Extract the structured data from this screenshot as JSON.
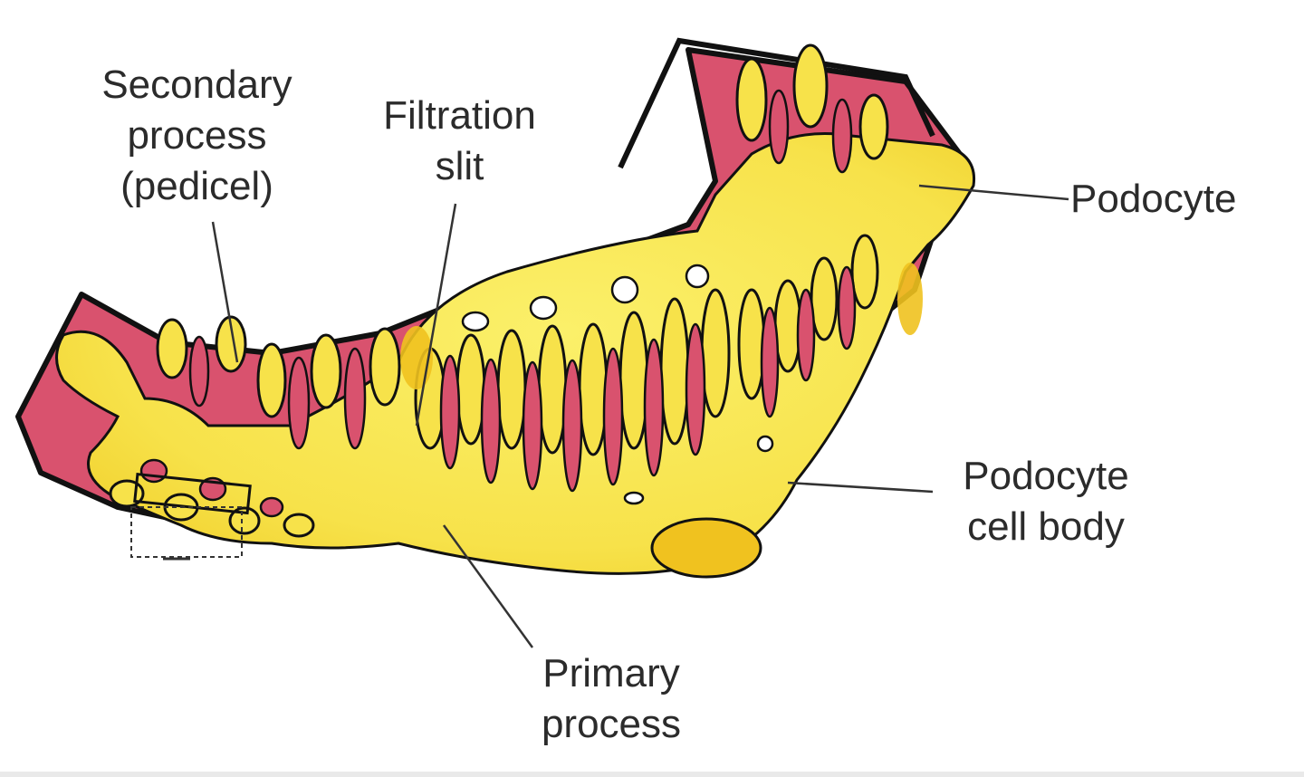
{
  "labels": {
    "secondary_process": [
      "Secondary",
      "process",
      "(pedicel)"
    ],
    "filtration_slit": [
      "Filtration",
      "slit"
    ],
    "podocyte": [
      "Podocyte"
    ],
    "podocyte_cell_body": [
      "Podocyte",
      "cell body"
    ],
    "primary_process": [
      "Primary",
      "process"
    ]
  },
  "colors": {
    "capillary": "#d9526e",
    "podocyte": "#f7e24a",
    "podocyte_shade": "#f0c21f",
    "outline": "#111111",
    "leader_line": "#333333"
  }
}
